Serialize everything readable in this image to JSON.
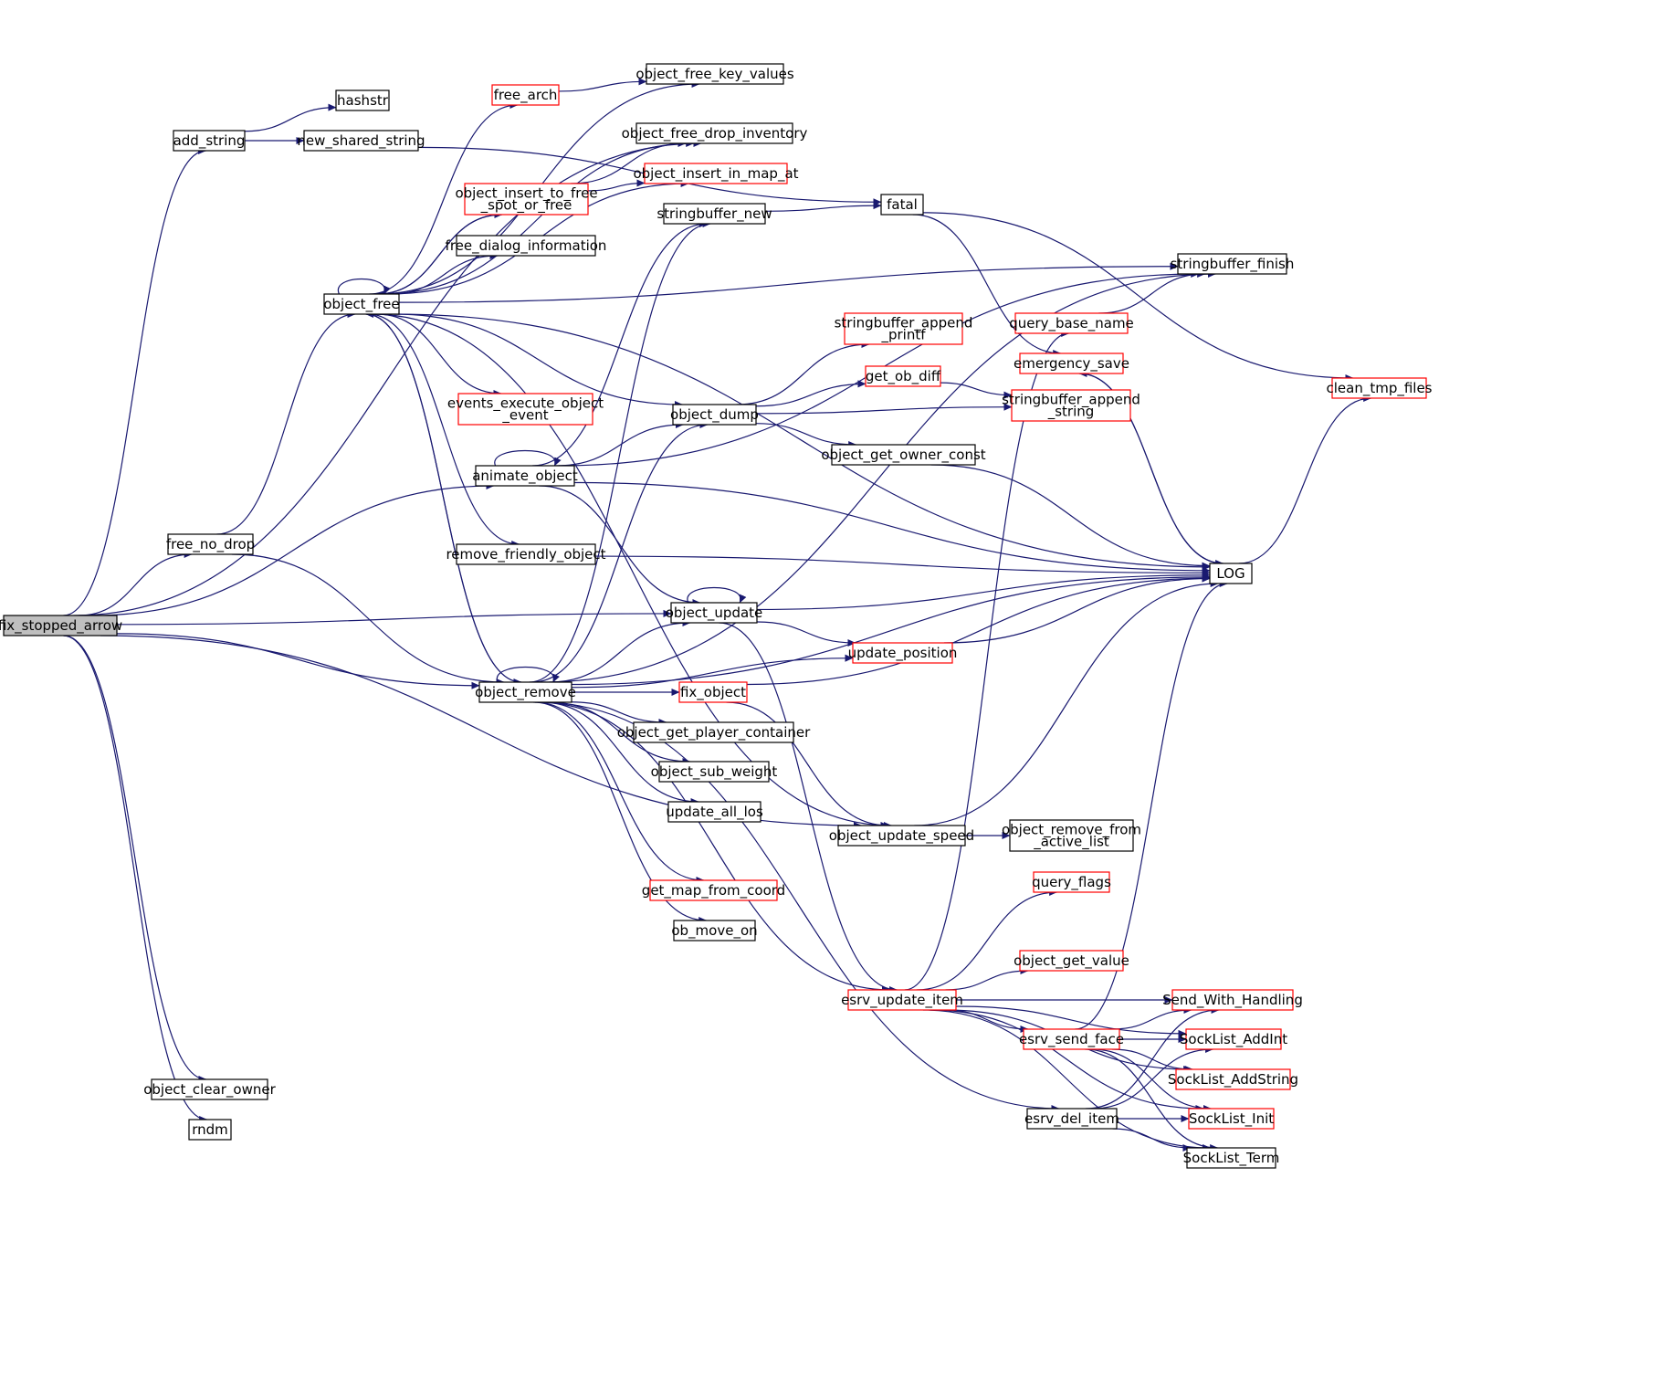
{
  "graph_title": "",
  "colors": {
    "edge": "#191970",
    "root_fill": "#bfbfbf",
    "node_fill": "#ffffff",
    "border_default": "#000000",
    "border_incomplete": "#ff0000"
  },
  "nodes": [
    {
      "id": "fix_stopped_arrow",
      "lines": [
        "fix_stopped_arrow"
      ],
      "border": "root"
    },
    {
      "id": "add_string",
      "lines": [
        "add_string"
      ],
      "border": "default"
    },
    {
      "id": "hashstr",
      "lines": [
        "hashstr"
      ],
      "border": "default"
    },
    {
      "id": "new_shared_string",
      "lines": [
        "new_shared_string"
      ],
      "border": "default"
    },
    {
      "id": "free_no_drop",
      "lines": [
        "free_no_drop"
      ],
      "border": "default"
    },
    {
      "id": "object_free",
      "lines": [
        "object_free"
      ],
      "border": "default"
    },
    {
      "id": "free_arch",
      "lines": [
        "free_arch"
      ],
      "border": "incomplete"
    },
    {
      "id": "object_free_key_values",
      "lines": [
        "object_free_key_values"
      ],
      "border": "default"
    },
    {
      "id": "object_free_drop_inventory",
      "lines": [
        "object_free_drop_inventory"
      ],
      "border": "default"
    },
    {
      "id": "object_insert_to_free_spot_or_free",
      "lines": [
        "object_insert_to_free",
        "_spot_or_free"
      ],
      "border": "incomplete"
    },
    {
      "id": "object_insert_in_map_at",
      "lines": [
        "object_insert_in_map_at"
      ],
      "border": "incomplete"
    },
    {
      "id": "free_dialog_information",
      "lines": [
        "free_dialog_information"
      ],
      "border": "default"
    },
    {
      "id": "stringbuffer_new",
      "lines": [
        "stringbuffer_new"
      ],
      "border": "default"
    },
    {
      "id": "fatal",
      "lines": [
        "fatal"
      ],
      "border": "default"
    },
    {
      "id": "stringbuffer_finish",
      "lines": [
        "stringbuffer_finish"
      ],
      "border": "default"
    },
    {
      "id": "events_execute_object_event",
      "lines": [
        "events_execute_object",
        "_event"
      ],
      "border": "incomplete"
    },
    {
      "id": "animate_object",
      "lines": [
        "animate_object"
      ],
      "border": "default"
    },
    {
      "id": "object_dump",
      "lines": [
        "object_dump"
      ],
      "border": "default"
    },
    {
      "id": "stringbuffer_append_printf",
      "lines": [
        "stringbuffer_append",
        "_printf"
      ],
      "border": "incomplete"
    },
    {
      "id": "get_ob_diff",
      "lines": [
        "get_ob_diff"
      ],
      "border": "incomplete"
    },
    {
      "id": "stringbuffer_append_string",
      "lines": [
        "stringbuffer_append",
        "_string"
      ],
      "border": "incomplete"
    },
    {
      "id": "object_get_owner_const",
      "lines": [
        "object_get_owner_const"
      ],
      "border": "default"
    },
    {
      "id": "query_base_name",
      "lines": [
        "query_base_name"
      ],
      "border": "incomplete"
    },
    {
      "id": "emergency_save",
      "lines": [
        "emergency_save"
      ],
      "border": "incomplete"
    },
    {
      "id": "clean_tmp_files",
      "lines": [
        "clean_tmp_files"
      ],
      "border": "incomplete"
    },
    {
      "id": "remove_friendly_object",
      "lines": [
        "remove_friendly_object"
      ],
      "border": "default"
    },
    {
      "id": "LOG",
      "lines": [
        "LOG"
      ],
      "border": "default"
    },
    {
      "id": "object_update",
      "lines": [
        "object_update"
      ],
      "border": "default"
    },
    {
      "id": "update_position",
      "lines": [
        "update_position"
      ],
      "border": "incomplete"
    },
    {
      "id": "object_remove",
      "lines": [
        "object_remove"
      ],
      "border": "default"
    },
    {
      "id": "fix_object",
      "lines": [
        "fix_object"
      ],
      "border": "incomplete"
    },
    {
      "id": "object_get_player_container",
      "lines": [
        "object_get_player_container"
      ],
      "border": "default"
    },
    {
      "id": "object_sub_weight",
      "lines": [
        "object_sub_weight"
      ],
      "border": "default"
    },
    {
      "id": "update_all_los",
      "lines": [
        "update_all_los"
      ],
      "border": "default"
    },
    {
      "id": "object_update_speed",
      "lines": [
        "object_update_speed"
      ],
      "border": "default"
    },
    {
      "id": "object_remove_from_active_list",
      "lines": [
        "object_remove_from",
        "_active_list"
      ],
      "border": "default"
    },
    {
      "id": "get_map_from_coord",
      "lines": [
        "get_map_from_coord"
      ],
      "border": "incomplete"
    },
    {
      "id": "query_flags",
      "lines": [
        "query_flags"
      ],
      "border": "incomplete"
    },
    {
      "id": "ob_move_on",
      "lines": [
        "ob_move_on"
      ],
      "border": "default"
    },
    {
      "id": "object_get_value",
      "lines": [
        "object_get_value"
      ],
      "border": "incomplete"
    },
    {
      "id": "esrv_update_item",
      "lines": [
        "esrv_update_item"
      ],
      "border": "incomplete"
    },
    {
      "id": "Send_With_Handling",
      "lines": [
        "Send_With_Handling"
      ],
      "border": "incomplete"
    },
    {
      "id": "esrv_send_face",
      "lines": [
        "esrv_send_face"
      ],
      "border": "incomplete"
    },
    {
      "id": "SockList_AddInt",
      "lines": [
        "SockList_AddInt"
      ],
      "border": "incomplete"
    },
    {
      "id": "SockList_AddString",
      "lines": [
        "SockList_AddString"
      ],
      "border": "incomplete"
    },
    {
      "id": "object_clear_owner",
      "lines": [
        "object_clear_owner"
      ],
      "border": "default"
    },
    {
      "id": "esrv_del_item",
      "lines": [
        "esrv_del_item"
      ],
      "border": "default"
    },
    {
      "id": "SockList_Init",
      "lines": [
        "SockList_Init"
      ],
      "border": "incomplete"
    },
    {
      "id": "rndm",
      "lines": [
        "rndm"
      ],
      "border": "default"
    },
    {
      "id": "SockList_Term",
      "lines": [
        "SockList_Term"
      ],
      "border": "default"
    }
  ],
  "edges": [
    [
      "fix_stopped_arrow",
      "add_string"
    ],
    [
      "fix_stopped_arrow",
      "object_free_drop_inventory"
    ],
    [
      "fix_stopped_arrow",
      "free_no_drop"
    ],
    [
      "fix_stopped_arrow",
      "animate_object"
    ],
    [
      "fix_stopped_arrow",
      "object_update"
    ],
    [
      "fix_stopped_arrow",
      "object_remove"
    ],
    [
      "fix_stopped_arrow",
      "object_update_speed"
    ],
    [
      "fix_stopped_arrow",
      "object_clear_owner"
    ],
    [
      "fix_stopped_arrow",
      "rndm"
    ],
    [
      "add_string",
      "hashstr"
    ],
    [
      "add_string",
      "new_shared_string"
    ],
    [
      "new_shared_string",
      "fatal"
    ],
    [
      "free_no_drop",
      "object_free"
    ],
    [
      "free_no_drop",
      "object_remove"
    ],
    [
      "object_free",
      "object_free"
    ],
    [
      "object_free",
      "free_arch"
    ],
    [
      "object_free",
      "object_free_key_values"
    ],
    [
      "object_free",
      "object_free_drop_inventory"
    ],
    [
      "object_free",
      "object_insert_to_free_spot_or_free"
    ],
    [
      "object_free",
      "object_insert_in_map_at"
    ],
    [
      "object_free",
      "free_dialog_information"
    ],
    [
      "object_free",
      "stringbuffer_finish"
    ],
    [
      "object_free",
      "events_execute_object_event"
    ],
    [
      "object_free",
      "object_dump"
    ],
    [
      "object_free",
      "remove_friendly_object"
    ],
    [
      "object_free",
      "LOG"
    ],
    [
      "object_free",
      "object_remove"
    ],
    [
      "object_free",
      "object_update_speed"
    ],
    [
      "free_arch",
      "object_free_key_values"
    ],
    [
      "object_insert_to_free_spot_or_free",
      "object_free"
    ],
    [
      "object_insert_to_free_spot_or_free",
      "object_free_drop_inventory"
    ],
    [
      "object_insert_to_free_spot_or_free",
      "object_insert_in_map_at"
    ],
    [
      "stringbuffer_new",
      "fatal"
    ],
    [
      "fatal",
      "emergency_save"
    ],
    [
      "fatal",
      "clean_tmp_files"
    ],
    [
      "animate_object",
      "animate_object"
    ],
    [
      "animate_object",
      "stringbuffer_new"
    ],
    [
      "animate_object",
      "stringbuffer_finish"
    ],
    [
      "animate_object",
      "object_dump"
    ],
    [
      "animate_object",
      "LOG"
    ],
    [
      "animate_object",
      "object_update"
    ],
    [
      "object_dump",
      "stringbuffer_append_printf"
    ],
    [
      "object_dump",
      "get_ob_diff"
    ],
    [
      "object_dump",
      "stringbuffer_append_string"
    ],
    [
      "object_dump",
      "object_get_owner_const"
    ],
    [
      "get_ob_diff",
      "stringbuffer_append_string"
    ],
    [
      "object_get_owner_const",
      "LOG"
    ],
    [
      "query_base_name",
      "stringbuffer_finish"
    ],
    [
      "emergency_save",
      "LOG"
    ],
    [
      "remove_friendly_object",
      "LOG"
    ],
    [
      "LOG",
      "emergency_save"
    ],
    [
      "LOG",
      "clean_tmp_files"
    ],
    [
      "object_update",
      "object_update"
    ],
    [
      "object_update",
      "LOG"
    ],
    [
      "object_update",
      "update_position"
    ],
    [
      "object_update",
      "esrv_update_item"
    ],
    [
      "update_position",
      "LOG"
    ],
    [
      "object_remove",
      "object_remove"
    ],
    [
      "object_remove",
      "object_free"
    ],
    [
      "object_remove",
      "stringbuffer_new"
    ],
    [
      "object_remove",
      "stringbuffer_finish"
    ],
    [
      "object_remove",
      "object_dump"
    ],
    [
      "object_remove",
      "object_update"
    ],
    [
      "object_remove",
      "update_position"
    ],
    [
      "object_remove",
      "fix_object"
    ],
    [
      "object_remove",
      "object_get_player_container"
    ],
    [
      "object_remove",
      "object_sub_weight"
    ],
    [
      "object_remove",
      "update_all_los"
    ],
    [
      "object_remove",
      "LOG"
    ],
    [
      "object_remove",
      "get_map_from_coord"
    ],
    [
      "object_remove",
      "ob_move_on"
    ],
    [
      "object_remove",
      "esrv_update_item"
    ],
    [
      "object_remove",
      "esrv_del_item"
    ],
    [
      "fix_object",
      "LOG"
    ],
    [
      "fix_object",
      "object_update_speed"
    ],
    [
      "object_update_speed",
      "object_remove_from_active_list"
    ],
    [
      "object_update_speed",
      "LOG"
    ],
    [
      "esrv_update_item",
      "query_base_name"
    ],
    [
      "esrv_update_item",
      "query_flags"
    ],
    [
      "esrv_update_item",
      "object_get_value"
    ],
    [
      "esrv_update_item",
      "Send_With_Handling"
    ],
    [
      "esrv_update_item",
      "esrv_send_face"
    ],
    [
      "esrv_update_item",
      "SockList_AddInt"
    ],
    [
      "esrv_update_item",
      "SockList_AddString"
    ],
    [
      "esrv_update_item",
      "SockList_Init"
    ],
    [
      "esrv_update_item",
      "SockList_Term"
    ],
    [
      "esrv_send_face",
      "LOG"
    ],
    [
      "esrv_send_face",
      "Send_With_Handling"
    ],
    [
      "esrv_send_face",
      "SockList_AddInt"
    ],
    [
      "esrv_send_face",
      "SockList_AddString"
    ],
    [
      "esrv_send_face",
      "SockList_Init"
    ],
    [
      "esrv_send_face",
      "SockList_Term"
    ],
    [
      "esrv_del_item",
      "Send_With_Handling"
    ],
    [
      "esrv_del_item",
      "SockList_AddInt"
    ],
    [
      "esrv_del_item",
      "SockList_Init"
    ],
    [
      "esrv_del_item",
      "SockList_Term"
    ]
  ]
}
